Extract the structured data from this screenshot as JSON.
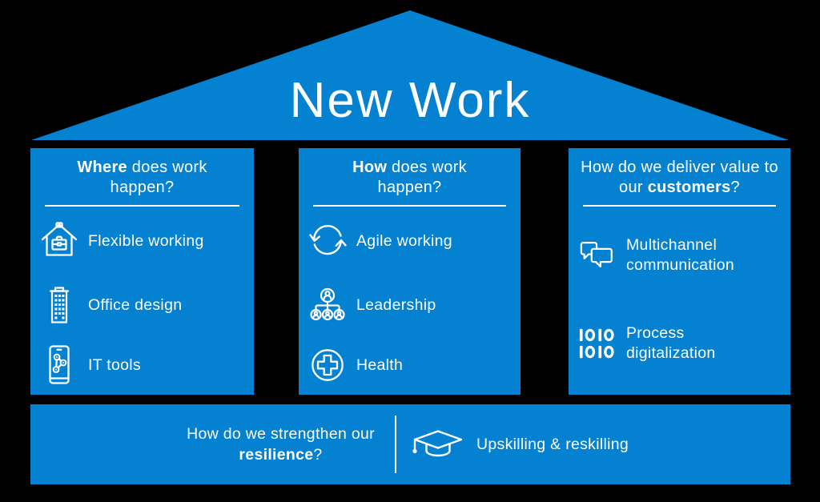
{
  "colors": {
    "panel_blue": "#0581d2",
    "text_white": "#ffffff",
    "background": "#000000"
  },
  "roof": {
    "title": "New Work"
  },
  "pillars": [
    {
      "question": {
        "pre": "",
        "bold": "Where",
        "post": " does work happen?"
      },
      "items": [
        {
          "icon": "home-office-icon",
          "label": "Flexible working"
        },
        {
          "icon": "office-building-icon",
          "label": "Office design"
        },
        {
          "icon": "smartphone-icon",
          "label": "IT tools"
        }
      ]
    },
    {
      "question": {
        "pre": "",
        "bold": "How",
        "post": " does work happen?"
      },
      "items": [
        {
          "icon": "cycle-arrows-icon",
          "label": "Agile working"
        },
        {
          "icon": "org-chart-icon",
          "label": "Leadership"
        },
        {
          "icon": "medical-cross-icon",
          "label": "Health"
        }
      ]
    },
    {
      "question": {
        "pre": "How do we deliver value to our ",
        "bold": "customers",
        "post": "?"
      },
      "items": [
        {
          "icon": "chat-bubbles-icon",
          "label": "Multichannel communication"
        },
        {
          "icon": "binary-1010-icon",
          "icon_text": "1010 1010",
          "label": "Process digitalization"
        }
      ]
    }
  ],
  "base_bar": {
    "question": {
      "pre": "How do we strengthen our ",
      "bold": "resilience",
      "post": "?"
    },
    "item": {
      "icon": "graduation-cap-icon",
      "label": "Upskilling & reskilling"
    }
  }
}
